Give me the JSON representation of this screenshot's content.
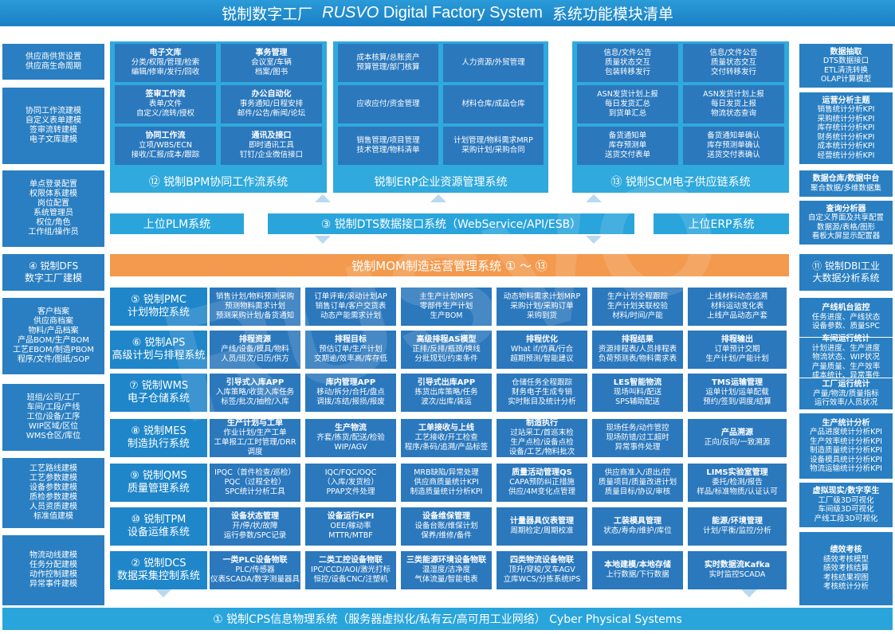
{
  "title": {
    "zh": "锐制数字工厂",
    "brand": "RUSVO",
    "en": "Digital Factory System",
    "suffix": "系统功能模块清单"
  },
  "left": [
    {
      "lines": [
        "供应商供货设置",
        "供应商生命周期"
      ]
    },
    {
      "lines": [
        "协同工作流建模",
        "自定义表单建模",
        "签审流转建模",
        "电子文库建模"
      ]
    },
    {
      "lines": [
        "单点登录配置",
        "权限体系建模",
        "岗位配置",
        "系统管理员",
        "权位/角色",
        "工作组/操作员"
      ]
    },
    {
      "lines": [
        "④ 锐制DFS",
        "数字工厂建模"
      ]
    },
    {
      "lines": [
        "客户档案",
        "供应商档案",
        "物料/产品档案",
        "产品BOM/生产BOM",
        "工艺EBOM/制造PBOM",
        "程序/文件/图纸/SOP"
      ]
    },
    {
      "lines": [
        "班组/公司/工厂",
        "车间/工段/产线",
        "工位/设备/工序",
        "WIP区域/区位",
        "WMS仓区/库位"
      ]
    },
    {
      "lines": [
        "工艺路线建模",
        "工艺参数建模",
        "设备参数建模",
        "质检参数建模",
        "人员资质建模",
        "标准值建模"
      ]
    },
    {
      "lines": [
        "物流动线建模",
        "任务分配建模",
        "动作控制建模",
        "异常事件建模"
      ]
    }
  ],
  "right": [
    {
      "head": "数据抽取",
      "lines": [
        "DTS数据接口",
        "ETL清洗转换",
        "OLAP计算模型"
      ]
    },
    {
      "head": "运营分析主题",
      "lines": [
        "销售统计分析KPI",
        "采购统计分析KPI",
        "库存统计分析KPI",
        "财务统计分析KPI",
        "成本统计分析KPI",
        "经营统计分析KPI"
      ]
    },
    {
      "head": "数据仓库/数据中台",
      "lines": [
        "聚合数据/多维数据集"
      ]
    },
    {
      "head": "查询分析器",
      "lines": [
        "自定义界面及共享配置",
        "数据源/表格/图形",
        "看板大屏显示配置器"
      ]
    },
    {
      "head": "",
      "lines": [
        "⑪ 锐制DBI工业",
        "大数据分析系统"
      ]
    },
    {
      "head": "产线机台监控",
      "lines": [
        "任务进度、产线状态",
        "设备参数、质量SPC"
      ]
    },
    {
      "head": "车间运行统计",
      "lines": [
        "计划进度、生产进度",
        "物流状态、WIP状况",
        "产量质量、生产效率",
        "成本统计、异常事件"
      ]
    },
    {
      "head": "工厂运行统计",
      "lines": [
        "产量/物流/质量指标",
        "运行效率/人员状况"
      ]
    },
    {
      "head": "生产统计分析",
      "lines": [
        "产品进度统计分析KPI",
        "生产效率统计分析KPI",
        "制造质量统计分析KPI",
        "设备模具统计分析KPI",
        "物流运输统计分析KPI"
      ]
    },
    {
      "head": "虚拟现实/数字孪生",
      "lines": [
        "工厂级3D可视化",
        "车间级3D可视化",
        "产线工段3D可视化"
      ]
    },
    {
      "head": "绩效考核",
      "lines": [
        "绩效考核模型",
        "绩效考核结算",
        "考核结果视图",
        "考核统计分析"
      ]
    }
  ],
  "top_groups": [
    {
      "cells": [
        {
          "head": "电子文库",
          "lines": [
            "分类/权限/管理/检索",
            "编辑/修审/发行/回收"
          ]
        },
        {
          "head": "事务管理",
          "lines": [
            "会议室/车辆",
            "档案/图书"
          ]
        },
        {
          "head": "签审工作流",
          "lines": [
            "表单/文件",
            "自定义/流转/授权"
          ]
        },
        {
          "head": "办公自动化",
          "lines": [
            "事务通知/日程安排",
            "邮件/公告/新闻/论坛"
          ]
        },
        {
          "head": "协同工作流",
          "lines": [
            "立项/WBS/ECN",
            "接收/汇报/成本/跟踪"
          ]
        },
        {
          "head": "通讯及接口",
          "lines": [
            "即时通讯工具",
            "钉钉/企业微信接口"
          ]
        }
      ],
      "label": "⑫ 锐制BPM协同工作流系统"
    },
    {
      "cells": [
        {
          "head": "",
          "lines": [
            "成本核算/总账资产",
            "预算管理/部门核算"
          ]
        },
        {
          "head": "",
          "lines": [
            "人力资源/外贸管理"
          ]
        },
        {
          "head": "",
          "lines": [
            "应收应付/资金管理"
          ]
        },
        {
          "head": "",
          "lines": [
            "材料仓库/成品仓库"
          ]
        },
        {
          "head": "",
          "lines": [
            "销售管理/项目管理",
            "技术管理/物料清单"
          ]
        },
        {
          "head": "",
          "lines": [
            "计划管理/物料需求MRP",
            "采购计划/采购合同"
          ]
        }
      ],
      "label": "锐制ERP企业资源管理系统"
    },
    {
      "cells": [
        {
          "head": "",
          "lines": [
            "信息/文件公告",
            "质量状态交互",
            "包装转移发行"
          ]
        },
        {
          "head": "",
          "lines": [
            "信息/文件公告",
            "质量状态交互",
            "交付转移发行"
          ]
        },
        {
          "head": "",
          "lines": [
            "ASN发货计划上报",
            "每日发货汇总",
            "到货单汇总"
          ]
        },
        {
          "head": "",
          "lines": [
            "ASN发货计划上报",
            "每日发货上报",
            "物流状态查询"
          ]
        },
        {
          "head": "",
          "lines": [
            "备货通知单",
            "库存预测单",
            "送货交付表单"
          ]
        },
        {
          "head": "",
          "lines": [
            "备货通知单确认",
            "库存预测单确认",
            "送货交付表确认"
          ]
        }
      ],
      "label": "⑬ 锐制SCM电子供应链系统"
    }
  ],
  "bars": {
    "plm": "上位PLM系统",
    "dts": "③ 锐制DTS数据接口系统（WebService/API/ESB）",
    "erp": "上位ERP系统",
    "mom": "锐制MOM制造运营管理系统 ① ～ ⑬",
    "cps": "① 锐制CPS信息物理系统（服务器虚拟化/私有云/高可用工业网络） Cyber Physical Systems"
  },
  "rows": [
    {
      "label": [
        "⑤ 锐制PMC",
        "计划物控系统"
      ],
      "cells": [
        {
          "head": "",
          "lines": [
            "销售计划/物料预测采购",
            "预测物料需求计划",
            "预测采购计划/备货通知"
          ]
        },
        {
          "head": "",
          "lines": [
            "订单评审/滚动计划AP",
            "销售订单/客户交货表",
            "动态产能需求计划"
          ]
        },
        {
          "head": "",
          "lines": [
            "主生产计划MPS",
            "零部件生产计划",
            "生产BOM"
          ]
        },
        {
          "head": "",
          "lines": [
            "动态物料需求计划MRP",
            "采购计划/采购订单",
            "采购到货"
          ]
        },
        {
          "head": "",
          "lines": [
            "生产计划全程跟踪",
            "生产计划关联校验",
            "材料/时间/产能"
          ]
        },
        {
          "head": "",
          "lines": [
            "上线材料动态追溯",
            "材料运动变化表",
            "上线产品动态产套"
          ]
        }
      ]
    },
    {
      "label": [
        "⑥ 锐制APS",
        "高级计划与排程系统"
      ],
      "cells": [
        {
          "head": "排程资源",
          "lines": [
            "产线/设备/模具/物料",
            "人员/班次/日历/供方"
          ]
        },
        {
          "head": "排程目标",
          "lines": [
            "预估订单/生产计划",
            "交期逾/效率高/库存低"
          ]
        },
        {
          "head": "高级排程AS模型",
          "lines": [
            "正排/反排/瓶颈/换线",
            "分批规划/约束条件"
          ]
        },
        {
          "head": "排程优化",
          "lines": [
            "What if/仿真/行合",
            "超期预测/智能建议"
          ]
        },
        {
          "head": "排程结果",
          "lines": [
            "资源排程表/人员排程表",
            "负荷预测表/物料需求表"
          ]
        },
        {
          "head": "排程输出",
          "lines": [
            "订单预计交期",
            "生产计划/产能计划"
          ]
        }
      ]
    },
    {
      "label": [
        "⑦ 锐制WMS",
        "电子仓储系统"
      ],
      "cells": [
        {
          "head": "引导式入库APP",
          "lines": [
            "入库策略/收货入库任务",
            "标签/批次/抽检/入库"
          ]
        },
        {
          "head": "库内管理APP",
          "lines": [
            "移动/拆分/合托/盘点",
            "调拨/冻结/报损/报废"
          ]
        },
        {
          "head": "引导式出库APP",
          "lines": [
            "拣货出库策略/任务",
            "波次/出库/装运"
          ]
        },
        {
          "head": "",
          "lines": [
            "仓储任务全程跟踪",
            "财务电子生成专销",
            "实时账目及统计分析"
          ]
        },
        {
          "head": "LES智能物流",
          "lines": [
            "现场叫料/配送",
            "SPS辅助配送"
          ]
        },
        {
          "head": "TMS运输管理",
          "lines": [
            "运单计划/运单配载",
            "预约/签到/调度/结算"
          ]
        }
      ]
    },
    {
      "label": [
        "⑧ 锐制MES",
        "制造执行系统"
      ],
      "cells": [
        {
          "head": "生产计划与工单",
          "lines": [
            "作业计划/生产工单",
            "工单报工/工时管理/DRR调度"
          ]
        },
        {
          "head": "生产物流",
          "lines": [
            "齐套/拣货/配送/检验",
            "WIP/AGV"
          ]
        },
        {
          "head": "工单接收与上线",
          "lines": [
            "工艺接收/开工检查",
            "程序/条码/追溯/产品标签"
          ]
        },
        {
          "head": "制造执行",
          "lines": [
            "过站采工/首巡末检",
            "生产点检/设备点检",
            "设备/工艺/物料批次"
          ]
        },
        {
          "head": "",
          "lines": [
            "现场任务/动作管控",
            "现场防错/过工超时",
            "异常事件处理"
          ]
        },
        {
          "head": "产品溯源",
          "lines": [
            "正向/反向/一致溯源"
          ]
        }
      ]
    },
    {
      "label": [
        "⑨ 锐制QMS",
        "质量管理系统"
      ],
      "cells": [
        {
          "head": "",
          "lines": [
            "IPQC（首件检查/巡检）",
            "PQC（过程全检）",
            "SPC统计分析工具"
          ]
        },
        {
          "head": "",
          "lines": [
            "IQC/FQC/OQC",
            "（入库/发货检）",
            "PPAP文件处理"
          ]
        },
        {
          "head": "",
          "lines": [
            "MRB缺陷/异常处理",
            "供应商质量统计KPI",
            "制造质量统计分析KPI"
          ]
        },
        {
          "head": "质量活动管理QS",
          "lines": [
            "CAPA预防纠正措施",
            "供应/4M变化点管理"
          ]
        },
        {
          "head": "",
          "lines": [
            "供应商准入/退出/控",
            "质量项目/质量改进计划",
            "质量目标/协议/审核"
          ]
        },
        {
          "head": "LIMS实验室管理",
          "lines": [
            "委托/检测/报告",
            "样品/标准物质/认证认可"
          ]
        }
      ]
    },
    {
      "label": [
        "⑩ 锐制TPM",
        "设备运维系统"
      ],
      "cells": [
        {
          "head": "设备状态管理",
          "lines": [
            "开/停/状/故障",
            "运行参数/SPC记录"
          ]
        },
        {
          "head": "设备运行KPI",
          "lines": [
            "OEE/稼动率",
            "MTTR/MTBF"
          ]
        },
        {
          "head": "设备维保管理",
          "lines": [
            "设备台账/维保计划",
            "保养/维修/备件"
          ]
        },
        {
          "head": "计量器具仪表管理",
          "lines": [
            "周期检定/周期校准"
          ]
        },
        {
          "head": "工装模具管理",
          "lines": [
            "状态/寿命/维护/库位"
          ]
        },
        {
          "head": "能源/环境管理",
          "lines": [
            "计划/平衡/监控/分析"
          ]
        }
      ]
    },
    {
      "label": [
        "② 锐制DCS",
        "数据采集控制系统"
      ],
      "cells": [
        {
          "head": "一类PLC设备物联",
          "lines": [
            "PLC/传感器",
            "仪表SCADA/数字测量器具"
          ]
        },
        {
          "head": "二类工控设备物联",
          "lines": [
            "IPC/CCD/AOI/激光打标",
            "恒控/设备CNC/注塑机"
          ]
        },
        {
          "head": "三类能源环境设备物联",
          "lines": [
            "温湿度/洁净度",
            "气体流量/智能电表"
          ]
        },
        {
          "head": "四类物流设备物联",
          "lines": [
            "顶升/穿梭/叉车AGV",
            "立库WCS/分拣系统IPS"
          ]
        },
        {
          "head": "本地建模/本地存储",
          "lines": [
            "上行数据/下行数据"
          ]
        },
        {
          "head": "实时数据流Kafka",
          "lines": [
            "实时监控SCADA"
          ]
        }
      ]
    }
  ],
  "watermark": "RUSVO",
  "colors": {
    "top_bar": "#1a7fc4",
    "box": "#2a7fc2",
    "bar": "#2aa5dc",
    "mom": "#f39a4e",
    "arrow": "#b8d9ef"
  }
}
